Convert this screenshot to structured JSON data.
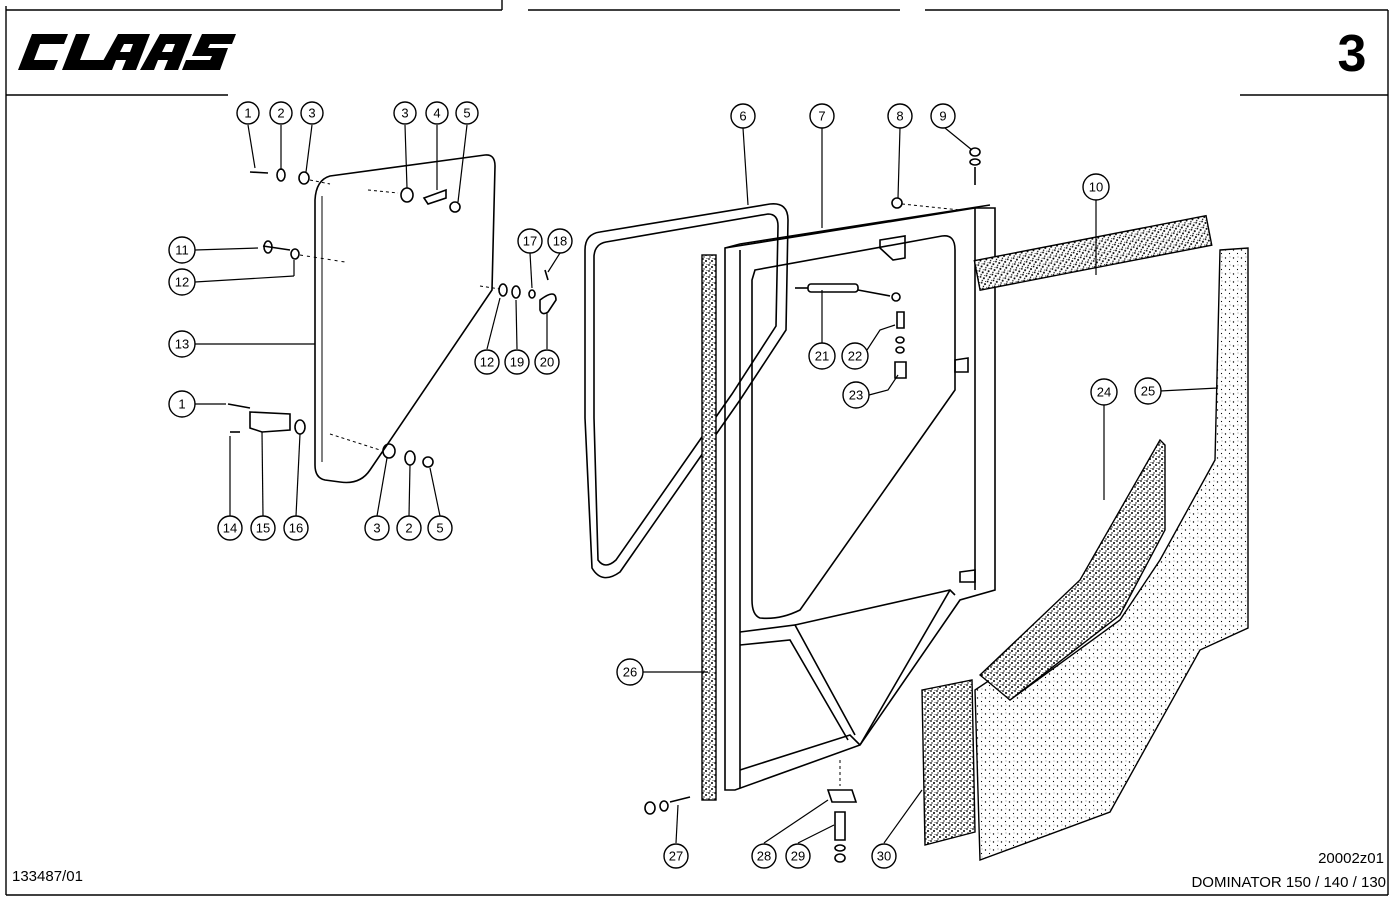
{
  "header": {
    "brand": "CLAAS",
    "page_number": "3"
  },
  "footer": {
    "document_number": "133487/01",
    "figure_id": "20002z01",
    "model": "DOMINATOR 150 / 140 / 130"
  },
  "callouts": [
    "1",
    "2",
    "3",
    "3",
    "4",
    "5",
    "6",
    "7",
    "8",
    "9",
    "10",
    "11",
    "12",
    "17",
    "18",
    "13",
    "12",
    "19",
    "20",
    "21",
    "22",
    "23",
    "24",
    "25",
    "1",
    "14",
    "15",
    "16",
    "3",
    "2",
    "5",
    "26",
    "27",
    "28",
    "29",
    "30"
  ],
  "colors": {
    "ink": "#000000",
    "paper": "#ffffff"
  }
}
